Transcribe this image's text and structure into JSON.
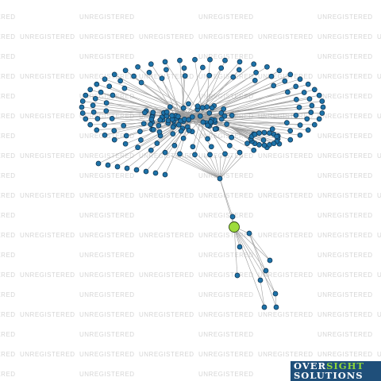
{
  "watermark": {
    "text": "UNREGISTERED",
    "color": "#d6d6d6"
  },
  "colors": {
    "node": "#1d72a8",
    "focal_node": "#9edc3c",
    "edge": "#9c9c9c",
    "logo_bg": "#1f4f7a",
    "logo_accent": "#8fd63a"
  },
  "logo": {
    "line1_part1": "OVER",
    "line1_part2": "SIGHT",
    "line2": "SOLUTIONS"
  },
  "graph": {
    "kind": "network",
    "outer_ring_nodes": 112,
    "inner_cluster_nodes": 70,
    "sub_cluster_nodes": 16,
    "tail_nodes": 8,
    "lower_branch_nodes": 9,
    "focal_nodes": 1
  }
}
